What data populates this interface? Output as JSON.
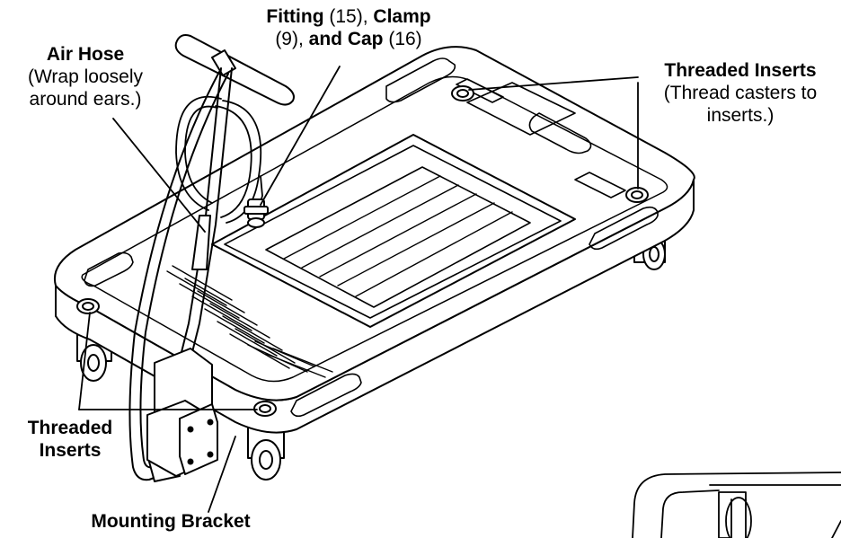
{
  "labels": {
    "air_hose": {
      "title": "Air Hose",
      "note_line1": "(Wrap loosely",
      "note_line2": "around ears.)"
    },
    "fitting": {
      "fitting": "Fitting",
      "fitting_num": " (15), ",
      "clamp": "Clamp",
      "clamp_num": "(9), ",
      "cap": "and Cap",
      "cap_num": " (16)"
    },
    "threaded_inserts_right": {
      "title": "Threaded Inserts",
      "note_line1": "(Thread casters to",
      "note_line2": "inserts.)"
    },
    "threaded_inserts_left": {
      "line1": "Threaded",
      "line2": "Inserts"
    },
    "mounting_bracket": {
      "title": "Mounting Bracket"
    }
  },
  "colors": {
    "line": "#000000",
    "fill": "#ffffff"
  }
}
